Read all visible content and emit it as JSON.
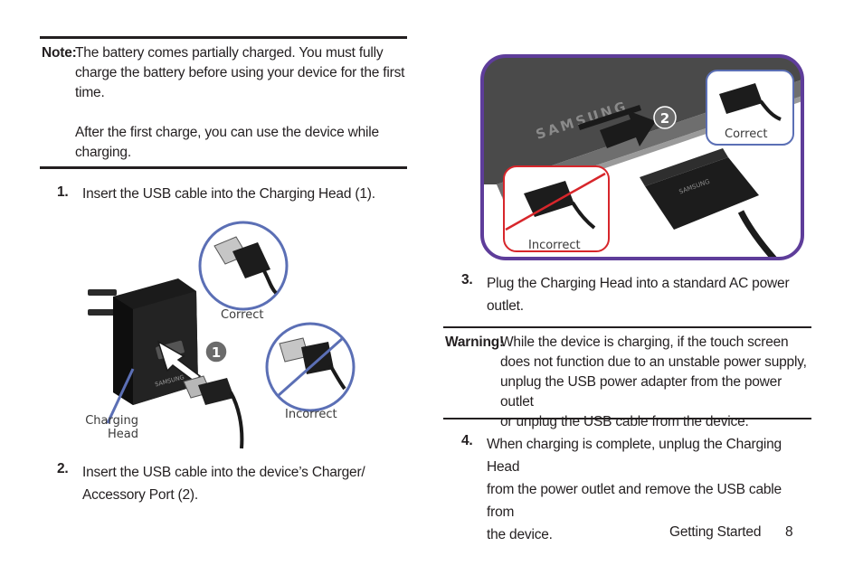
{
  "note": {
    "label": "Note:",
    "para1_lines": [
      "The battery comes partially charged. You must fully",
      "charge the battery before using your device for the first",
      "time."
    ],
    "para2_lines": [
      "After the first charge, you can use the device while",
      "charging."
    ]
  },
  "steps": {
    "s1": {
      "num": "1.",
      "text": "Insert the USB cable into the Charging Head (1)."
    },
    "s2": {
      "num": "2.",
      "lines": [
        "Insert the USB cable into the device’s Charger/",
        "Accessory Port (2)."
      ]
    },
    "s3": {
      "num": "3.",
      "lines": [
        "Plug the Charging Head into a standard AC power",
        "outlet."
      ]
    },
    "s4": {
      "num": "4.",
      "lines": [
        "When charging is complete, unplug the Charging Head",
        "from the power outlet and remove the USB cable from",
        "the device."
      ]
    }
  },
  "warning": {
    "label": "Warning!",
    "lines": [
      "While the device is charging, if the touch screen",
      "does not function due to an unstable power supply,",
      "unplug the USB power adapter from the power outlet",
      "or unplug the USB cable from the device."
    ]
  },
  "figure1": {
    "correct": "Correct",
    "incorrect": "Incorrect",
    "charging_head": [
      "Charging",
      "Head"
    ],
    "callout": "1",
    "brand": "SAMSUNG"
  },
  "figure2": {
    "correct": "Correct",
    "incorrect": "Incorrect",
    "callout": "2",
    "brand": "SAMSUNG"
  },
  "footer": {
    "section": "Getting Started",
    "page": "8"
  },
  "colors": {
    "callout_blue": "#5b6fb5",
    "incorrect_red": "#d7262b",
    "frame_purple": "#5e3d9a"
  }
}
